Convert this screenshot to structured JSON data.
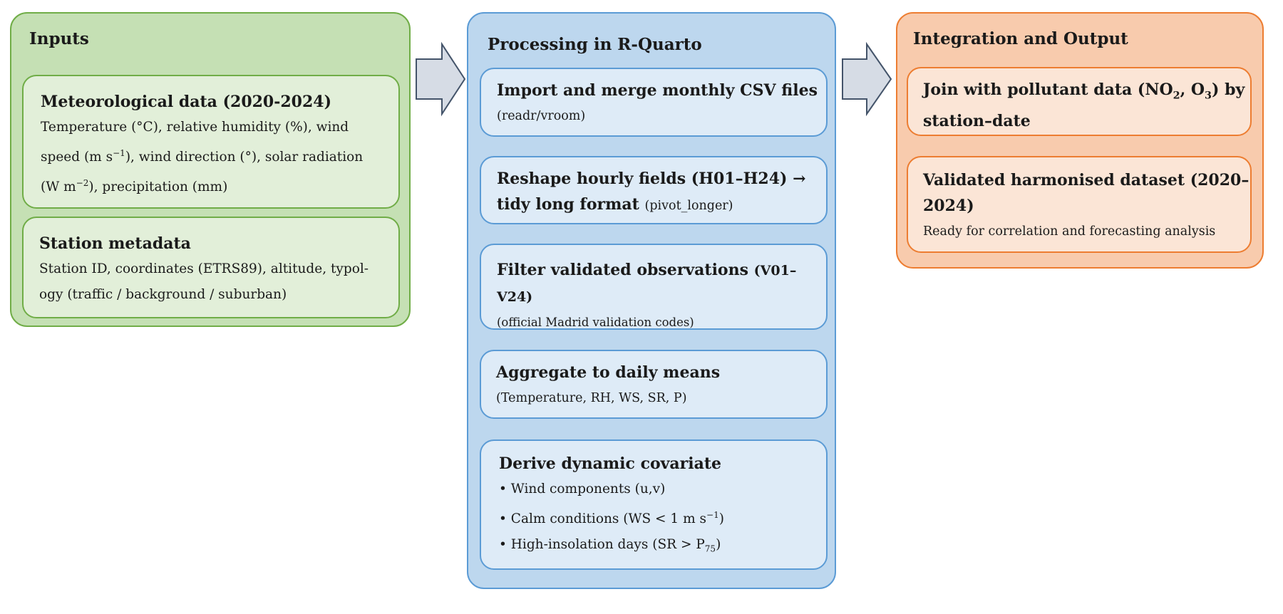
{
  "inputs": {
    "title": "Inputs",
    "met": {
      "title": "Meteorological data (2020-2024)",
      "line1": "Temperature (°C), relative humidity (%), wind",
      "line2_a": "speed (m s",
      "line2_sup": "−1",
      "line2_b": "), wind direction (°), solar radiation",
      "line3_a": "(W m",
      "line3_sup": "−2",
      "line3_b": "), precipitation (mm)"
    },
    "station": {
      "title": "Station metadata",
      "line1": "Station ID, coordinates (ETRS89), altitude, typol-",
      "line2": "ogy (traffic / background / suburban)"
    }
  },
  "processing": {
    "title": "Processing in R-Quarto",
    "step1": {
      "title": "Import and merge monthly CSV files",
      "note": "(readr/vroom)"
    },
    "step2": {
      "title_line1": "Reshape hourly fields (H01–H24) →",
      "title_line2": "tidy long format",
      "note": "(pivot_longer)"
    },
    "step3": {
      "title": "Filter validated observations",
      "title_suffix": "(V01–V24)",
      "note": "(official Madrid validation codes)"
    },
    "step4": {
      "title": "Aggregate to daily means",
      "note": "(Temperature, RH, WS, SR, P)"
    },
    "step5": {
      "title": "Derive dynamic covariate",
      "b1": "• Wind components (u,v)",
      "b2_a": "• Calm conditions (WS < 1 m s",
      "b2_sup": "−1",
      "b2_b": ")",
      "b3_a": "• High-insolation days (SR > P",
      "b3_sub": "75",
      "b3_b": ")"
    }
  },
  "output": {
    "title": "Integration and Output",
    "join": {
      "a": "Join with pollutant data (NO",
      "sub1": "2",
      "b": ", O",
      "sub2": "3",
      "c": ") by",
      "line2": "station–date"
    },
    "final": {
      "line1": "Validated harmonised dataset (2020–",
      "line2": "2024)",
      "note": "Ready for correlation and forecasting analysis"
    }
  },
  "colors": {
    "green": "#70ad47",
    "blue": "#5b9bd5",
    "orange": "#ed7d31",
    "arrow_blue": "#4472c4",
    "big_arrow_fill": "#d6dce5",
    "big_arrow_stroke": "#44546a"
  }
}
